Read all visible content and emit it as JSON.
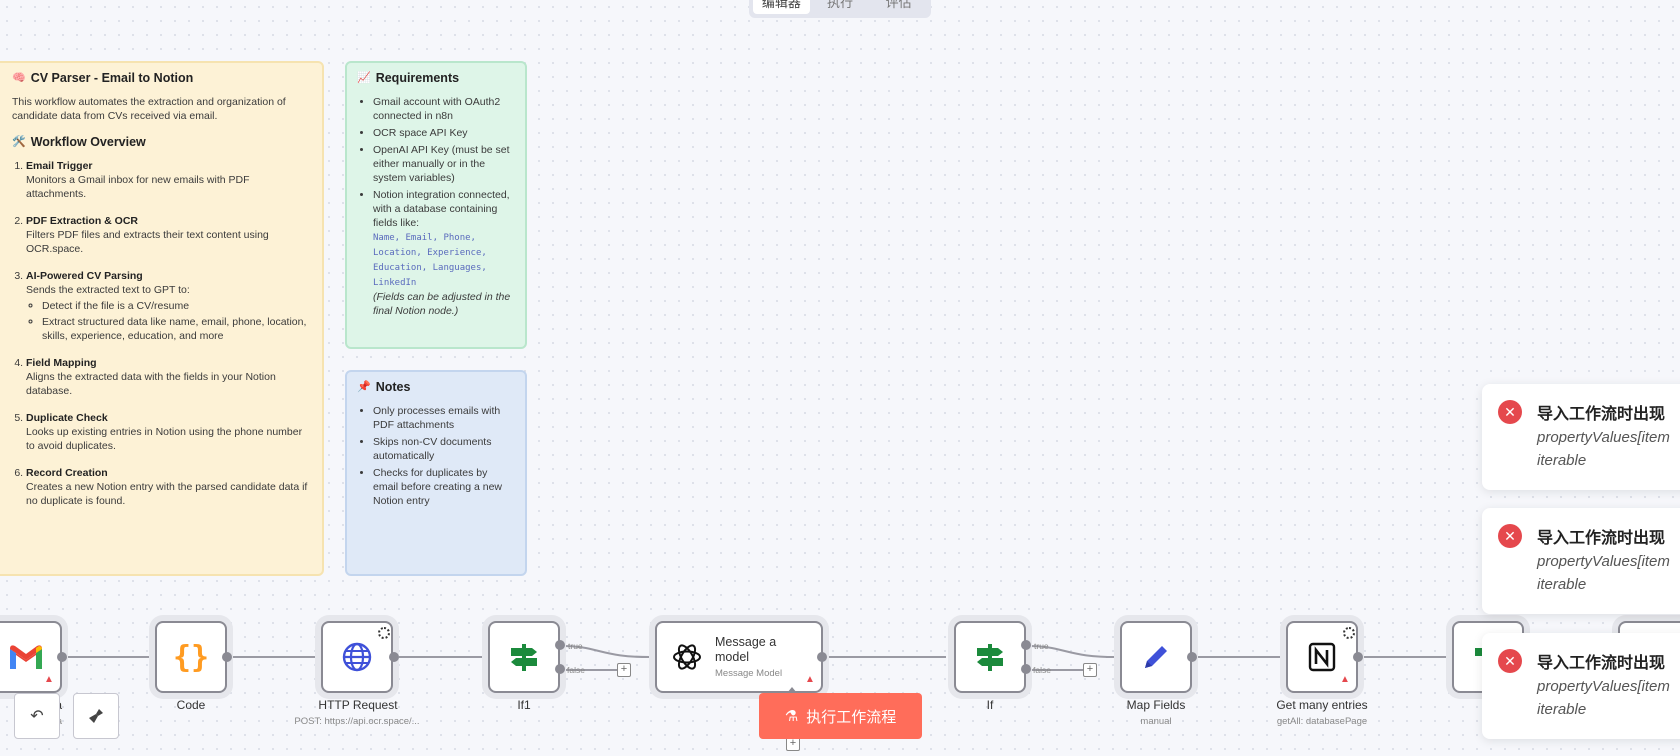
{
  "tabs": [
    "编辑器",
    "执行",
    "评估"
  ],
  "sticky_overview": {
    "title": "CV Parser - Email to Notion",
    "intro": "This workflow automates the extraction and organization of candidate data from CVs received via email.",
    "overview_title": "Workflow Overview",
    "steps": [
      {
        "title": "Email Trigger",
        "desc": "Monitors a Gmail inbox for new emails with PDF attachments."
      },
      {
        "title": "PDF Extraction & OCR",
        "desc": "Filters PDF files and extracts their text content using OCR.space."
      },
      {
        "title": "AI-Powered CV Parsing",
        "desc": "Sends the extracted text to GPT to:",
        "sub": [
          "Detect if the file is a CV/resume",
          "Extract structured data like name, email, phone, location, skills, experience, education, and more"
        ]
      },
      {
        "title": "Field Mapping",
        "desc": "Aligns the extracted data with the fields in your Notion database."
      },
      {
        "title": "Duplicate Check",
        "desc": "Looks up existing entries in Notion using the phone number to avoid duplicates."
      },
      {
        "title": "Record Creation",
        "desc": "Creates a new Notion entry with the parsed candidate data if no duplicate is found."
      }
    ]
  },
  "sticky_requirements": {
    "title": "Requirements",
    "items": [
      "Gmail account with OAuth2 connected in n8n",
      "OCR space API Key",
      "OpenAI API Key (must be set either manually or in the system variables)",
      "Notion integration connected, with a database containing fields like:"
    ],
    "fields": "Name, Email, Phone, Location, Experience, Education, Languages, LinkedIn",
    "note": "(Fields can be adjusted in the final Notion node.)"
  },
  "sticky_notes": {
    "title": "Notes",
    "items": [
      "Only processes emails with PDF attachments",
      "Skips non-CV documents automatically",
      "Checks for duplicates by email before creating a new Notion entry"
    ]
  },
  "nodes": {
    "gmail": {
      "label": "ma",
      "sub": "Gma"
    },
    "code": {
      "label": "Code"
    },
    "http": {
      "label": "HTTP Request",
      "sub": "POST: https://api.ocr.space/..."
    },
    "if1": {
      "label": "If1"
    },
    "model": {
      "title": "Message a model",
      "subtitle": "Message Model"
    },
    "if": {
      "label": "If"
    },
    "map": {
      "label": "Map Fields",
      "sub": "manual"
    },
    "notion": {
      "label": "Get many entries",
      "sub": "getAll: databasePage"
    }
  },
  "branch_labels": {
    "true": "true",
    "false": "false"
  },
  "run_button": "执行工作流程",
  "toasts": [
    {
      "title": "导入工作流时出现",
      "message": "propertyValues[item iterable"
    },
    {
      "title": "导入工作流时出现",
      "message": "propertyValues[item iterable"
    },
    {
      "title": "导入工作流时出现",
      "message": "propertyValues[item iterable"
    }
  ],
  "colors": {
    "accent": "#ff6d5a",
    "error": "#e5484d"
  }
}
